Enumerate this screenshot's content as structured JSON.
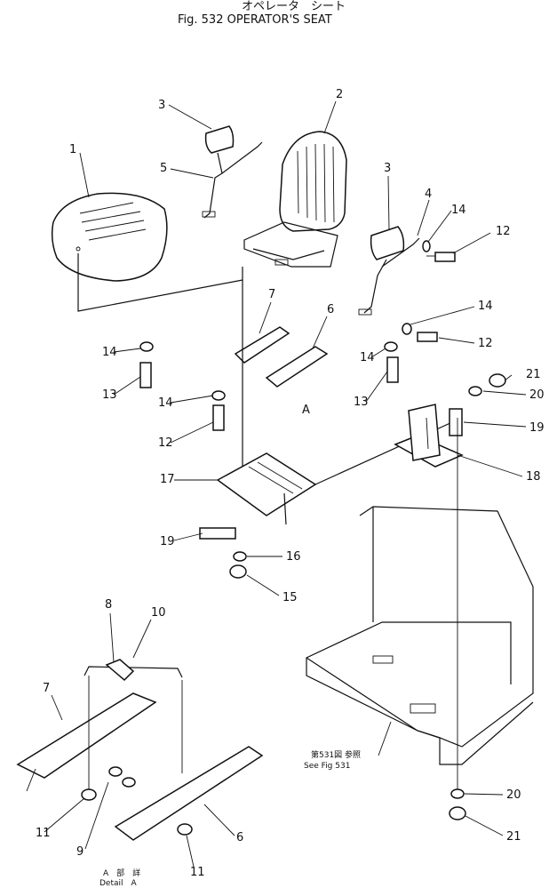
{
  "header": {
    "title_jp": "オペレータ　シート",
    "title_en": "Fig. 532 OPERATOR'S SEAT"
  },
  "detail_marker": "A",
  "detail_caption": {
    "line1": "A　部　詳",
    "line2": "Detail　A"
  },
  "reference_note": {
    "line1": "第531図 参照",
    "line2": "See Fig 531"
  },
  "callouts": [
    "1",
    "2",
    "3",
    "3",
    "4",
    "5",
    "6",
    "7",
    "12",
    "14",
    "14",
    "14",
    "12",
    "14",
    "13",
    "14",
    "13",
    "12",
    "21",
    "20",
    "19",
    "17",
    "18",
    "19",
    "16",
    "15",
    "8",
    "10",
    "7",
    "11",
    "9",
    "6",
    "11",
    "20",
    "21"
  ]
}
